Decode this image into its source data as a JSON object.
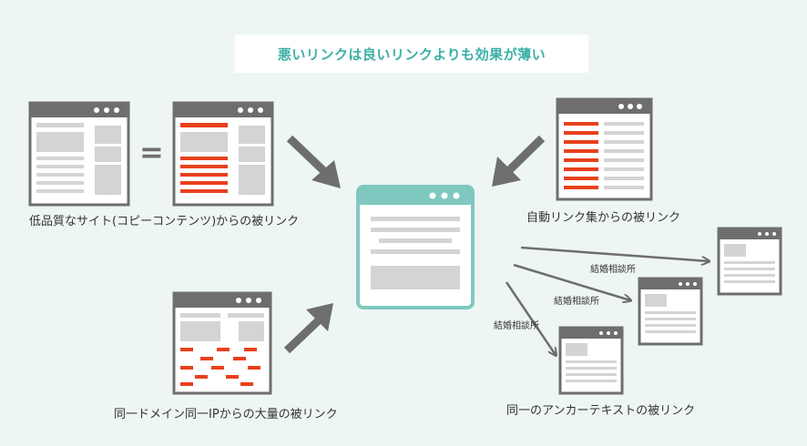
{
  "title": "悪いリンクは良いリンクよりも効果が薄い",
  "equals_sign": "=",
  "labels": {
    "low_quality": "低品質なサイト(コピーコンテンツ)からの被リンク",
    "auto_link": "自動リンク集からの被リンク",
    "same_domain_ip": "同一ドメイン同一IPからの大量の被リンク",
    "same_anchor": "同一のアンカーテキストの被リンク"
  },
  "anchor_texts": [
    "結婚相談所",
    "結婚相談所",
    "結婚相談所"
  ],
  "colors": {
    "background": "#eef6f5",
    "accent_teal": "#7fc8c0",
    "title_teal": "#3bb0a6",
    "highlight_red": "#e8401c",
    "window_dark": "#6e6e6e",
    "window_grey": "#d4d4d4"
  }
}
